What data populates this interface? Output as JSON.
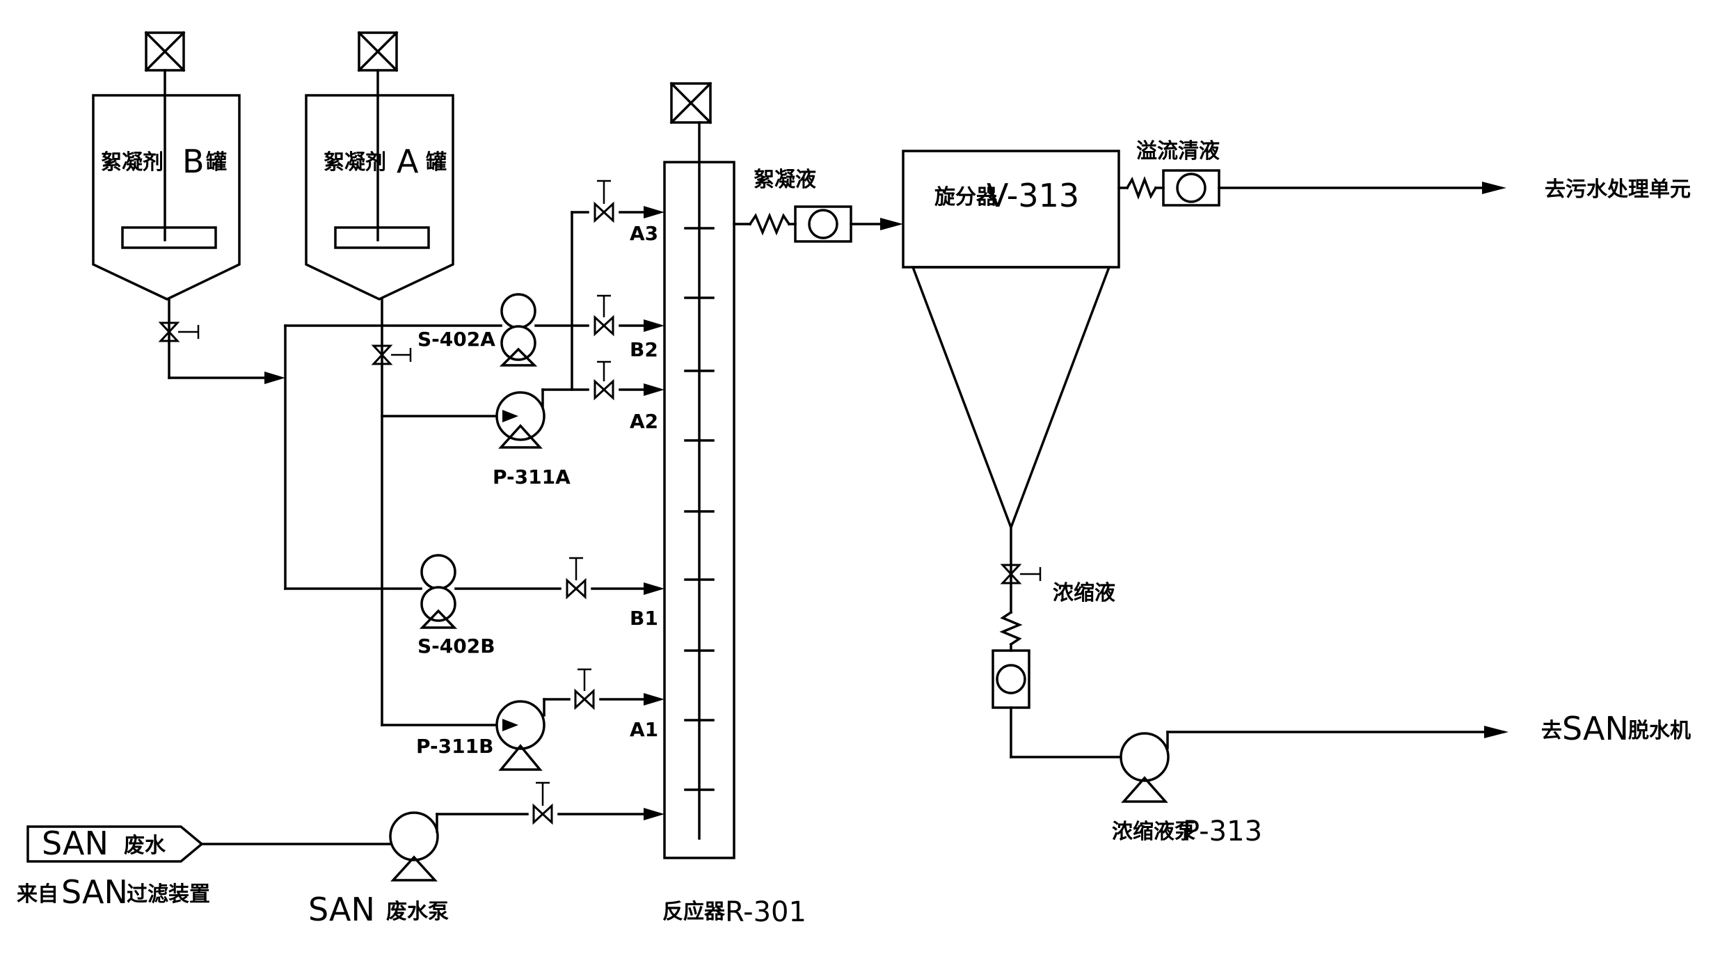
{
  "tanks": {
    "tank_b": {
      "label": "絮凝剂",
      "suffix": "B",
      "unit": "罐"
    },
    "tank_a": {
      "label": "絮凝剂",
      "suffix": "A",
      "unit": "罐"
    }
  },
  "pumps": {
    "s402a": "S-402A",
    "s402b": "S-402B",
    "p311a": "P-311A",
    "p311b": "P-311B",
    "san_pump_prefix": "SAN",
    "san_pump_suffix": "废水泵",
    "p313_prefix": "浓缩液泵",
    "p313_id": "P-313"
  },
  "nozzles": {
    "a3": "A3",
    "b2": "B2",
    "a2": "A2",
    "b1": "B1",
    "a1": "A1"
  },
  "reactor": {
    "prefix": "反应器",
    "id": "R-301"
  },
  "separator": {
    "prefix": "旋分器",
    "id": "V-313"
  },
  "streams": {
    "flocculated": "絮凝液",
    "overflow": "溢流清液",
    "concentrate": "浓缩液",
    "to_wastewater": "去污水处理单元",
    "to_dewater_prefix": "去",
    "to_dewater_san": "SAN",
    "to_dewater_suffix": "脱水机",
    "feed_san": "SAN",
    "feed_suffix": "废水",
    "source_prefix": "来自",
    "source_san": "SAN",
    "source_suffix": "过滤装置"
  }
}
